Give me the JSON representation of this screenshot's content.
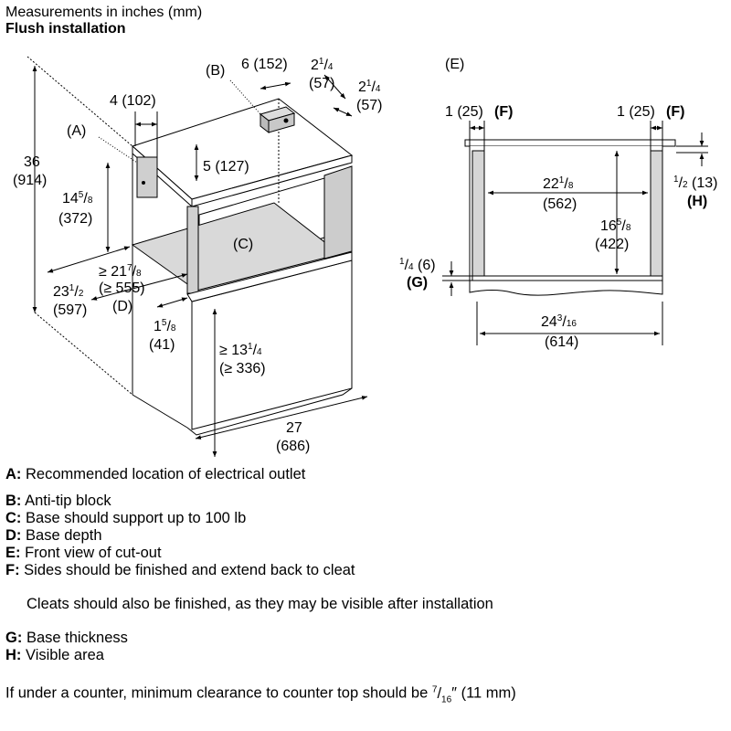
{
  "header": {
    "title": "Measurements in inches (mm)",
    "subtitle": "Flush installation"
  },
  "callouts": {
    "a": "(A)",
    "b": "(B)",
    "c": "(C)",
    "d": "(D)",
    "e": "(E)",
    "f": "(F)",
    "g": "(G)",
    "h": "(H)"
  },
  "dimensions": {
    "height_total": {
      "in": "36",
      "mm": "(914)"
    },
    "top_offset": {
      "in": "4 (102)"
    },
    "block_width": {
      "in": "6 (152)"
    },
    "block_depth1": {
      "whole": "2",
      "num": "1",
      "den": "4",
      "mm": "(57)"
    },
    "block_depth2": {
      "whole": "2",
      "num": "1",
      "den": "4",
      "mm": "(57)"
    },
    "cavity_top": {
      "in": "5 (127)"
    },
    "outlet_height": {
      "whole": "14",
      "num": "5",
      "den": "8",
      "mm": "(372)"
    },
    "base_depth": {
      "prefix": "≥ 21",
      "num": "7",
      "den": "8",
      "mm": "(≥ 555)"
    },
    "side_depth": {
      "whole": "23",
      "num": "1",
      "den": "2",
      "mm": "(597)"
    },
    "base_thickness": {
      "whole": "1",
      "num": "5",
      "den": "8",
      "mm": "(41)"
    },
    "base_height": {
      "prefix": "≥ 13",
      "num": "1",
      "den": "4",
      "mm": "(≥ 336)"
    },
    "overall_depth": {
      "in": "27",
      "mm": "(686)"
    },
    "side_left": {
      "in": "1 (25)"
    },
    "side_right": {
      "in": "1 (25)"
    },
    "visible_top": {
      "num": "1",
      "den": "2",
      "mm": "(13)"
    },
    "opening_width": {
      "whole": "22",
      "num": "1",
      "den": "8",
      "mm": "(562)"
    },
    "opening_height": {
      "whole": "16",
      "num": "5",
      "den": "8",
      "mm": "(422)"
    },
    "base_thick_front": {
      "num": "1",
      "den": "4",
      "mm": "(6)"
    },
    "cutout_width": {
      "whole": "24",
      "num": "3",
      "den": "16",
      "mm": "(614)"
    }
  },
  "legend": [
    {
      "key": "A:",
      "text": "Recommended location of electrical outlet"
    },
    {
      "key": "B:",
      "text": "Anti-tip block"
    },
    {
      "key": "C:",
      "text": "Base should support up to 100 lb"
    },
    {
      "key": "D:",
      "text": "Base depth"
    },
    {
      "key": "E:",
      "text": "Front view of cut-out"
    },
    {
      "key": "F:",
      "text": "Sides should be finished and extend back to cleat"
    },
    {
      "key": "",
      "text": "Cleats should also be finished, as they may be visible after installation"
    },
    {
      "key": "G:",
      "text": "Base thickness"
    },
    {
      "key": "H:",
      "text": "Visible area"
    }
  ],
  "footnote": {
    "text": "If under a counter, minimum clearance to counter top should be",
    "num": "7",
    "den": "16",
    "unit": "″",
    "mm": "(11 mm)"
  }
}
